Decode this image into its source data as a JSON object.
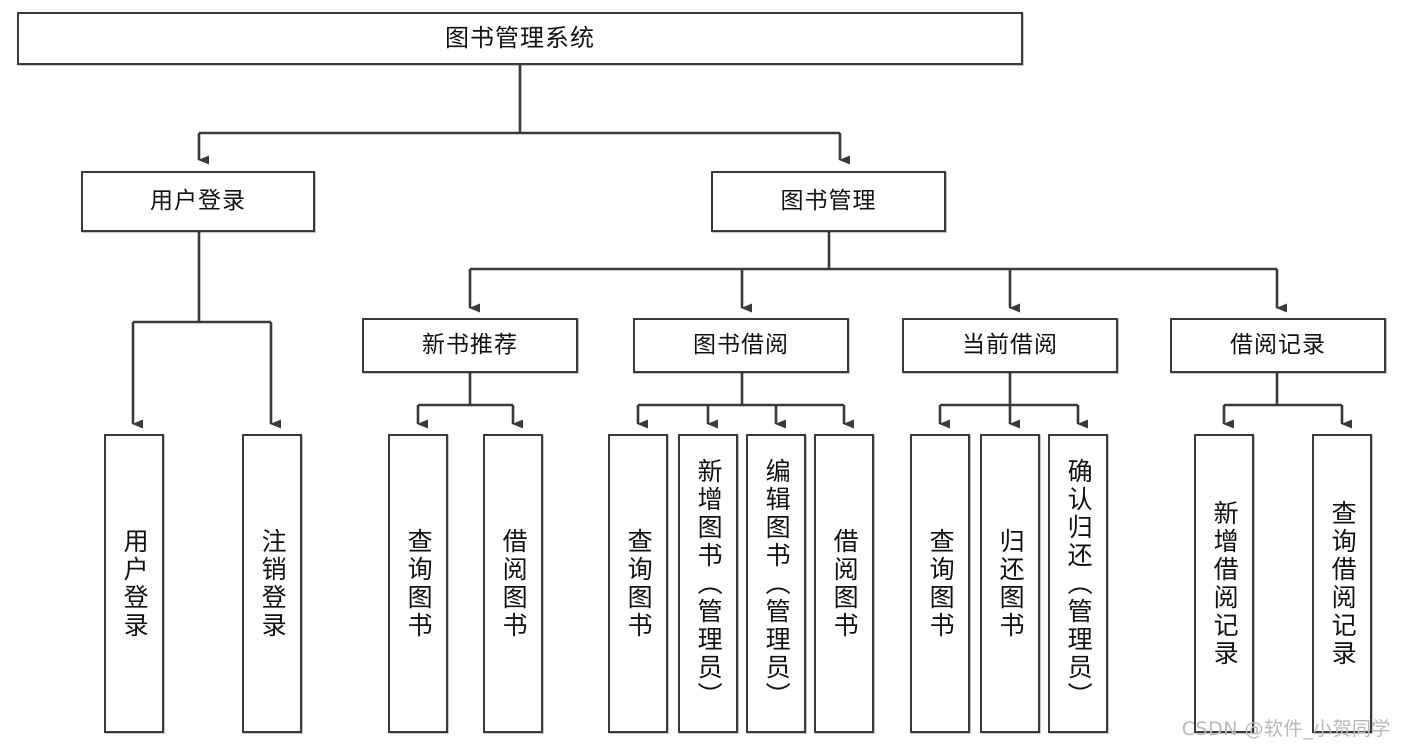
{
  "diagram": {
    "title": "图书管理系统",
    "type": "tree-hierarchy",
    "watermark": "CSDN @软件_小贺同学",
    "colors": {
      "stroke": "#3a3a3a",
      "fill": "#ffffff",
      "text": "#111111",
      "watermark": "#b9b9b9"
    },
    "nodes": {
      "root": {
        "label": "图书管理系统",
        "level": 1
      },
      "l2": [
        {
          "id": "user-login",
          "label": "用户登录",
          "level": 2
        },
        {
          "id": "book-manage",
          "label": "图书管理",
          "level": 2
        }
      ],
      "l3": [
        {
          "id": "new-book-rec",
          "label": "新书推荐",
          "level": 3,
          "parent": "book-manage"
        },
        {
          "id": "book-borrow",
          "label": "图书借阅",
          "level": 3,
          "parent": "book-manage"
        },
        {
          "id": "current-borrow",
          "label": "当前借阅",
          "level": 3,
          "parent": "book-manage"
        },
        {
          "id": "borrow-record",
          "label": "借阅记录",
          "level": 3,
          "parent": "book-manage"
        }
      ],
      "leaves": [
        {
          "id": "leaf-user-login",
          "label": "用户登录",
          "parent": "user-login"
        },
        {
          "id": "leaf-logout",
          "label": "注销登录",
          "parent": "user-login"
        },
        {
          "id": "leaf-query-book-1",
          "label": "查询图书",
          "parent": "new-book-rec"
        },
        {
          "id": "leaf-borrow-book-1",
          "label": "借阅图书",
          "parent": "new-book-rec"
        },
        {
          "id": "leaf-query-book-2",
          "label": "查询图书",
          "parent": "book-borrow"
        },
        {
          "id": "leaf-add-book",
          "label": "新增图书（管理员）",
          "parent": "book-borrow"
        },
        {
          "id": "leaf-edit-book",
          "label": "编辑图书（管理员）",
          "parent": "book-borrow"
        },
        {
          "id": "leaf-borrow-book-2",
          "label": "借阅图书",
          "parent": "book-borrow"
        },
        {
          "id": "leaf-query-book-3",
          "label": "查询图书",
          "parent": "current-borrow"
        },
        {
          "id": "leaf-return-book",
          "label": "归还图书",
          "parent": "current-borrow"
        },
        {
          "id": "leaf-confirm-return",
          "label": "确认归还（管理员）",
          "parent": "current-borrow"
        },
        {
          "id": "leaf-add-record",
          "label": "新增借阅记录",
          "parent": "borrow-record"
        },
        {
          "id": "leaf-query-record",
          "label": "查询借阅记录",
          "parent": "borrow-record"
        }
      ]
    }
  }
}
